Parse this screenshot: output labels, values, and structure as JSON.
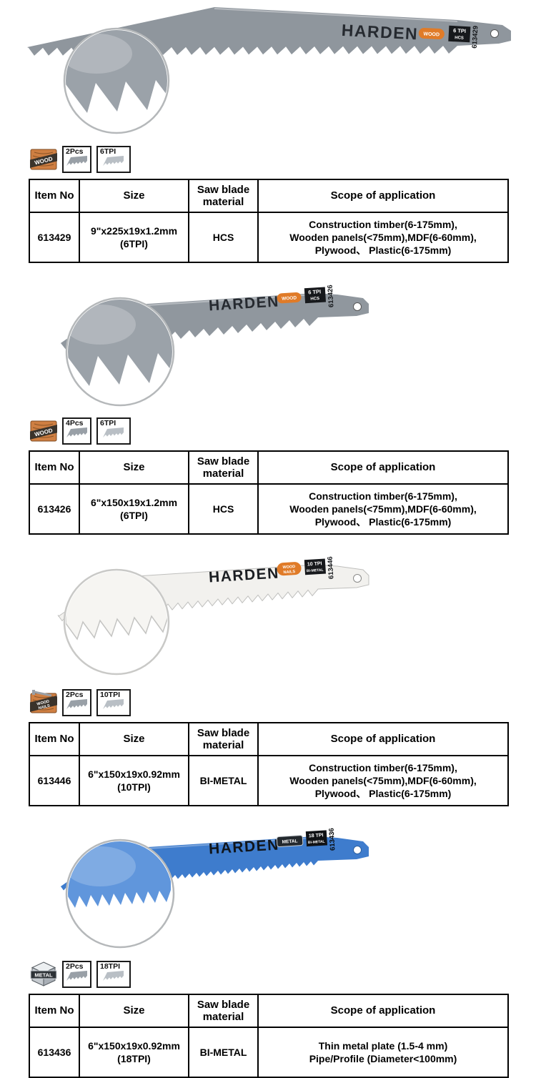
{
  "table_headers": {
    "item_no": "Item No",
    "size": "Size",
    "material": "Saw blade material",
    "scope": "Scope of application"
  },
  "products": [
    {
      "item_no": "613429",
      "size": "9\"x225x19x1.2mm\n(6TPI)",
      "material": "HCS",
      "scope": "Construction timber(6-175mm),\nWooden panels(<75mm),MDF(6-60mm),\nPlywood、 Plastic(6-175mm)",
      "badges": {
        "pcs": "2Pcs",
        "tpi": "6TPI"
      },
      "blade": {
        "brand": "HARDEN",
        "tag_l1": "WOOD",
        "tag_l2": "",
        "tpi_label": "6 TPI",
        "material_label": "HCS",
        "item_label": "613429",
        "color": "#8f969d",
        "zoom_color": "#9ba2a9",
        "tag_color": "#e07b28"
      }
    },
    {
      "item_no": "613426",
      "size": "6\"x150x19x1.2mm\n(6TPI)",
      "material": "HCS",
      "scope": "Construction timber(6-175mm),\nWooden panels(<75mm),MDF(6-60mm),\nPlywood、 Plastic(6-175mm)",
      "badges": {
        "pcs": "4Pcs",
        "tpi": "6TPI"
      },
      "blade": {
        "brand": "HARDEN",
        "tag_l1": "WOOD",
        "tag_l2": "",
        "tpi_label": "6 TPI",
        "material_label": "HCS",
        "item_label": "613426",
        "color": "#90979e",
        "zoom_color": "#9ba2a9",
        "tag_color": "#e07b28"
      }
    },
    {
      "item_no": "613446",
      "size": "6\"x150x19x0.92mm\n(10TPI)",
      "material": "BI-METAL",
      "scope": "Construction timber(6-175mm),\nWooden panels(<75mm),MDF(6-60mm),\nPlywood、 Plastic(6-175mm)",
      "badges": {
        "pcs": "2Pcs",
        "tpi": "10TPI"
      },
      "blade": {
        "brand": "HARDEN",
        "tag_l1": "WOOD",
        "tag_l2": "NAILS",
        "tpi_label": "10 TPI",
        "material_label": "BI-METAL",
        "item_label": "613446",
        "color": "#f2f1ee",
        "zoom_color": "#f6f5f2",
        "tag_color": "#e07b28"
      }
    },
    {
      "item_no": "613436",
      "size": "6\"x150x19x0.92mm\n(18TPI)",
      "material": "BI-METAL",
      "scope": "Thin metal plate (1.5-4 mm)\nPipe/Profile (Diameter<100mm)",
      "badges": {
        "pcs": "2Pcs",
        "tpi": "18TPI"
      },
      "blade": {
        "brand": "HARDEN",
        "tag_l1": "METAL",
        "tag_l2": "",
        "tpi_label": "18 TPI",
        "material_label": "BI-METAL",
        "item_label": "613436",
        "color": "#3e7ccd",
        "zoom_color": "#6096dc",
        "tag_color": "#23282d"
      }
    }
  ]
}
